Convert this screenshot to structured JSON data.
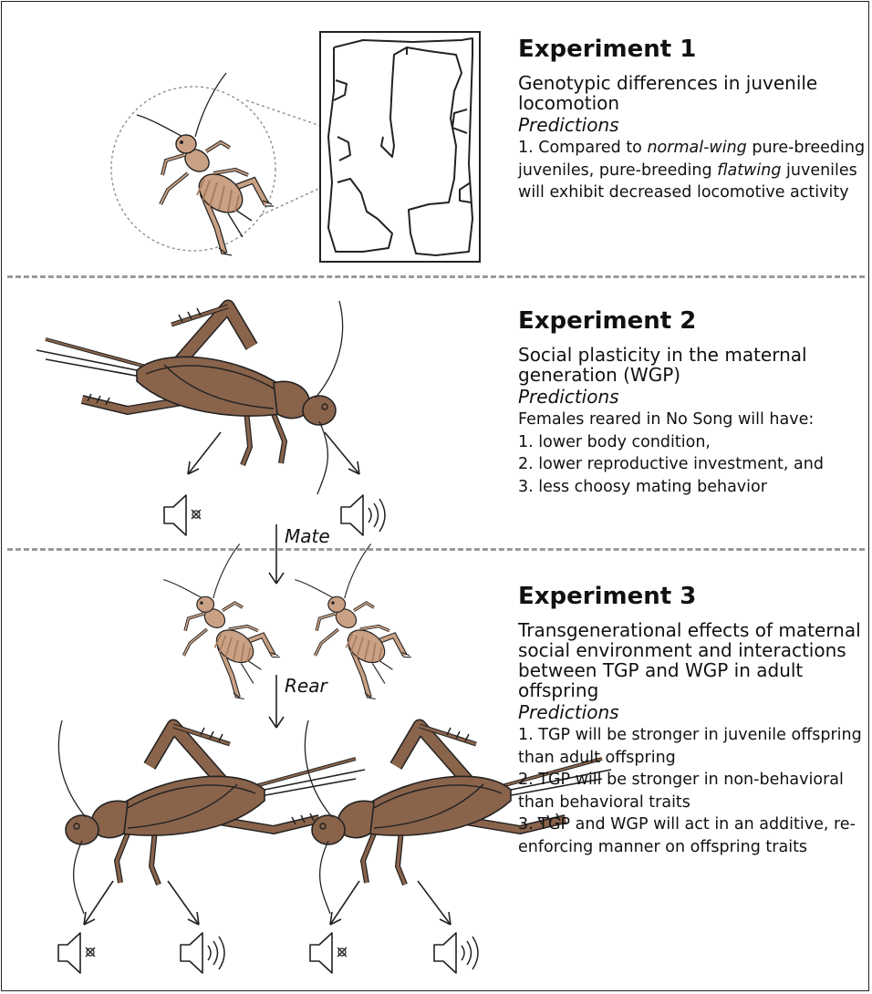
{
  "colors": {
    "adult_body": "#8a634b",
    "adult_outline": "#222222",
    "juvenile_body": "#caa184",
    "juvenile_stripe": "#a77c60",
    "divider": "#9a9a9a",
    "frame": "#222222"
  },
  "experiment1": {
    "title": "Experiment 1",
    "description": "Genotypic differences in juvenile locomotion",
    "predictions_label": "Predictions",
    "prediction_1_parts": [
      "1. Compared to ",
      "normal-wing",
      " pure-breeding juveniles, pure-breeding ",
      "flatwing",
      " juveniles will exhibit decreased locomotive activity"
    ]
  },
  "experiment2": {
    "title": "Experiment 2",
    "description": "Social plasticity in the maternal generation (WGP)",
    "predictions_label": "Predictions",
    "intro": "Females reared in No Song will have:",
    "predictions": [
      "1. lower body condition,",
      "2. lower reproductive investment, and",
      "3. less choosy mating behavior"
    ]
  },
  "experiment3": {
    "title": "Experiment 3",
    "description": "Transgenerational effects of maternal social environment and interactions between TGP and WGP in adult offspring",
    "predictions_label": "Predictions",
    "predictions": [
      "1. TGP will be stronger in juvenile offspring than adult offspring",
      "2. TGP will be stronger in non-behavioral than behavioral traits",
      "3. TGP and WGP will act in an additive, re-enforcing manner on offspring traits"
    ]
  },
  "flow_labels": {
    "mate": "Mate",
    "rear": "Rear"
  },
  "icons": [
    "speaker-muted-icon",
    "speaker-sound-icon",
    "adult-cricket",
    "juvenile-cricket",
    "locomotion-track"
  ]
}
